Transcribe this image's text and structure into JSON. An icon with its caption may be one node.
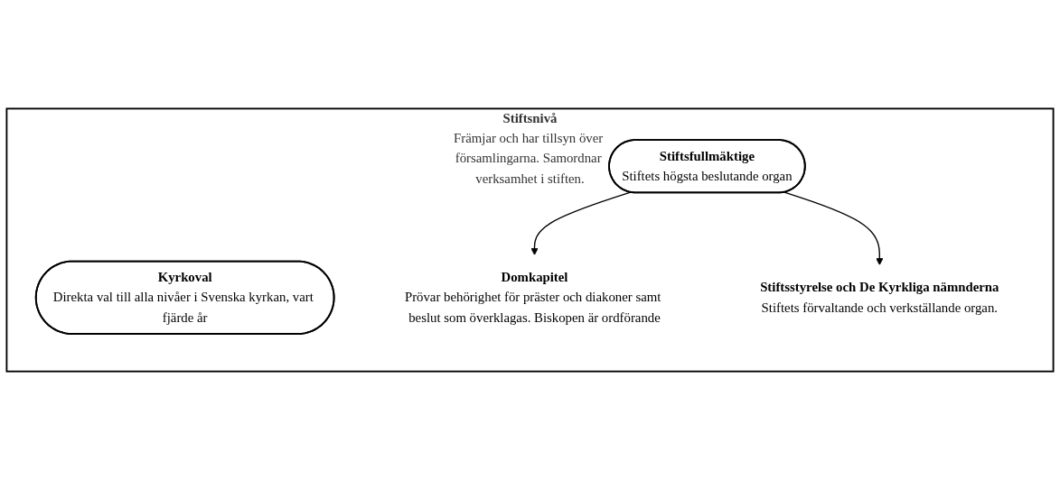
{
  "diagram": {
    "nodes": [
      {
        "text": [
          "Stiftsnivå",
          "Främjar och har tillsyn över församlingarna. Samordnar verksamhet i stiften."
        ]
      },
      {
        "text": [
          "Kyrkoval",
          "Direkta val till alla nivåer i Svenska kyrkan, vart fjärde år"
        ],
        "in": 0
      },
      {
        "text": [
          "Stiftsfullmäktige",
          "Stiftets högsta beslutande organ"
        ],
        "in": 0
      },
      {
        "text": [
          "Domkapitel",
          "Prövar behörighet för präster och diakoner samt beslut som överklagas. Biskopen är ordförande"
        ],
        "in": 0
      },
      {
        "text": [
          "Stiftsstyrelse och De Kyrkliga nämnderna",
          "Stiftets förvaltande och verkställande organ."
        ],
        "in": 0
      }
    ],
    "edges": [
      {
        "from": 2,
        "to": 3,
        "arrow": "to"
      },
      {
        "from": 2,
        "to": 4,
        "arrow": "to"
      }
    ]
  }
}
